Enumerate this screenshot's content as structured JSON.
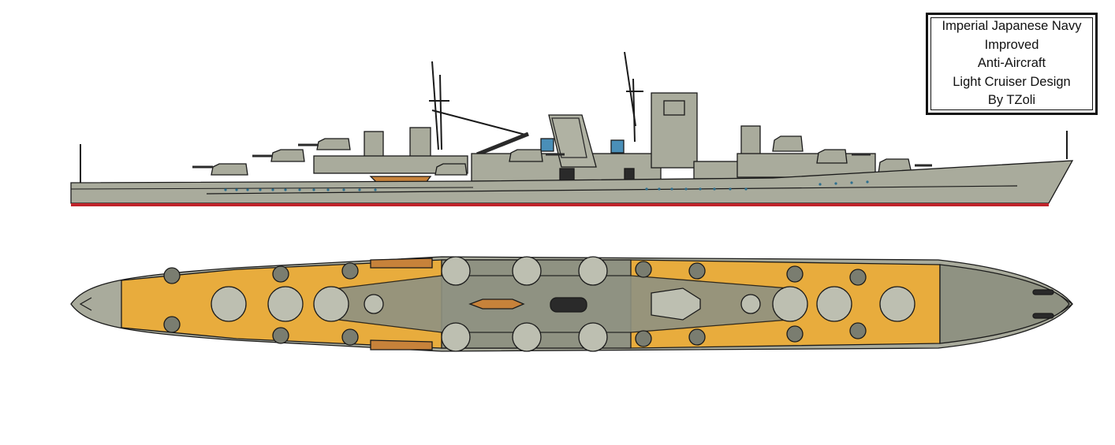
{
  "title_box": {
    "lines": [
      "Imperial Japanese Navy",
      "Improved",
      "Anti-Aircraft",
      "Light Cruiser Design",
      "By TZoli"
    ]
  },
  "colors": {
    "hull_gray": "#a9ab9c",
    "hull_dark": "#8f9282",
    "deck_tan": "#e8ac3d",
    "boot_red": "#c0232a",
    "outline": "#1a1a1a",
    "porthole": "#2d6f8f"
  }
}
